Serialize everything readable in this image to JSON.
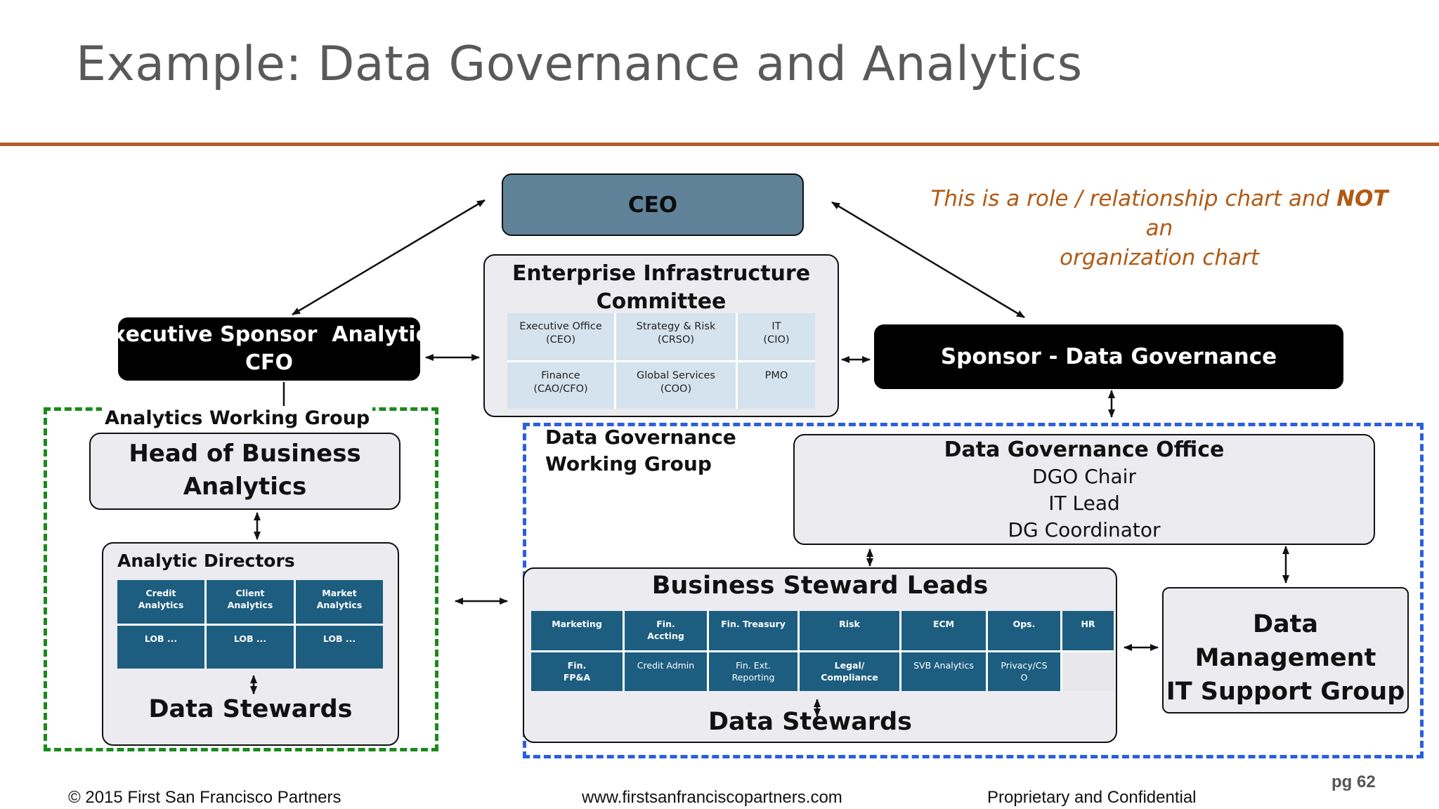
{
  "title": "Example: Data Governance and Analytics",
  "note": {
    "line1_pre": "This is a role / relationship chart and ",
    "line1_bold": "NOT",
    "line1_post": " an",
    "line2": "organization chart"
  },
  "ceo": "CEO",
  "eic": {
    "title_line1": "Enterprise Infrastructure",
    "title_line2": "Committee",
    "cells": [
      {
        "l1": "Executive Office",
        "l2": "(CEO)"
      },
      {
        "l1": "Strategy & Risk",
        "l2": "(CRSO)"
      },
      {
        "l1": "IT",
        "l2": "(CIO)"
      },
      {
        "l1": "Finance",
        "l2": "(CAO/CFO)"
      },
      {
        "l1": "Global Services",
        "l2": "(COO)"
      },
      {
        "l1": "PMO",
        "l2": ""
      }
    ]
  },
  "exec_sponsor": {
    "line1": "Executive Sponsor  Analytics",
    "line2": "CFO"
  },
  "sponsor_dg": "Sponsor - Data Governance",
  "analytics_group": {
    "label": "Analytics Working Group",
    "head_line1": "Head of Business",
    "head_line2": "Analytics",
    "directors_label": "Analytic Directors",
    "directors": [
      {
        "l1": "Credit",
        "l2": "Analytics"
      },
      {
        "l1": "Client",
        "l2": "Analytics"
      },
      {
        "l1": "Market",
        "l2": "Analytics"
      },
      {
        "l1": "LOB ...",
        "l2": ""
      },
      {
        "l1": "LOB ...",
        "l2": ""
      },
      {
        "l1": "LOB ...",
        "l2": ""
      }
    ],
    "stewards": "Data Stewards"
  },
  "dg_group": {
    "label_line1": "Data Governance",
    "label_line2": "Working Group",
    "dgo_title": "Data Governance Office",
    "dgo_roles": [
      "DGO Chair",
      "IT Lead",
      "DG Coordinator"
    ],
    "bsl_title": "Business Steward Leads",
    "bsl_row1": [
      {
        "l1": "Marketing",
        "l2": "",
        "b": true
      },
      {
        "l1": "Fin.",
        "l2": "Accting",
        "b": true
      },
      {
        "l1": "Fin. Treasury",
        "l2": "",
        "b": true
      },
      {
        "l1": "Risk",
        "l2": "",
        "b": true
      },
      {
        "l1": "ECM",
        "l2": "",
        "b": true
      },
      {
        "l1": "Ops.",
        "l2": "",
        "b": true
      },
      {
        "l1": "HR",
        "l2": "",
        "b": true
      }
    ],
    "bsl_row2": [
      {
        "l1": "Fin.",
        "l2": "FP&A",
        "b": true
      },
      {
        "l1": "Credit Admin",
        "l2": "",
        "b": false
      },
      {
        "l1": "Fin. Ext.",
        "l2": "Reporting",
        "b": false
      },
      {
        "l1": "Legal/",
        "l2": "Compliance",
        "b": true
      },
      {
        "l1": "SVB Analytics",
        "l2": "",
        "b": false
      },
      {
        "l1": "Privacy/CS",
        "l2": "O",
        "b": false
      }
    ],
    "stewards": "Data Stewards",
    "dmit_line1": "Data Management",
    "dmit_line2": "IT Support Group"
  },
  "footer": {
    "copyright": "© 2015 First San Francisco Partners",
    "website": "www.firstsanfranciscopartners.com",
    "confidential": "Proprietary and Confidential",
    "page": "pg 62"
  }
}
